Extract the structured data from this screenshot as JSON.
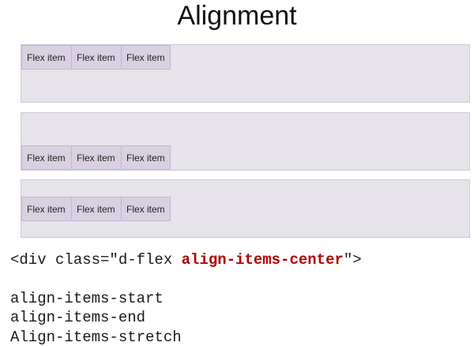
{
  "title": "Alignment",
  "demos": [
    {
      "name": "align-start-demo",
      "items": [
        "Flex item",
        "Flex item",
        "Flex item"
      ]
    },
    {
      "name": "align-end-demo",
      "items": [
        "Flex item",
        "Flex item",
        "Flex item"
      ]
    },
    {
      "name": "align-center-demo",
      "items": [
        "Flex item",
        "Flex item",
        "Flex item"
      ]
    }
  ],
  "code": {
    "open_prefix": "<div class=\"d-flex ",
    "highlight_class": "align-items-center",
    "open_suffix": "\">",
    "options": [
      "align-items-start",
      "align-items-end",
      "Align-items-stretch"
    ]
  },
  "colors": {
    "container_bg": "#e6e3ea",
    "item_bg": "#d9d1e2",
    "highlight": "#b00000"
  }
}
